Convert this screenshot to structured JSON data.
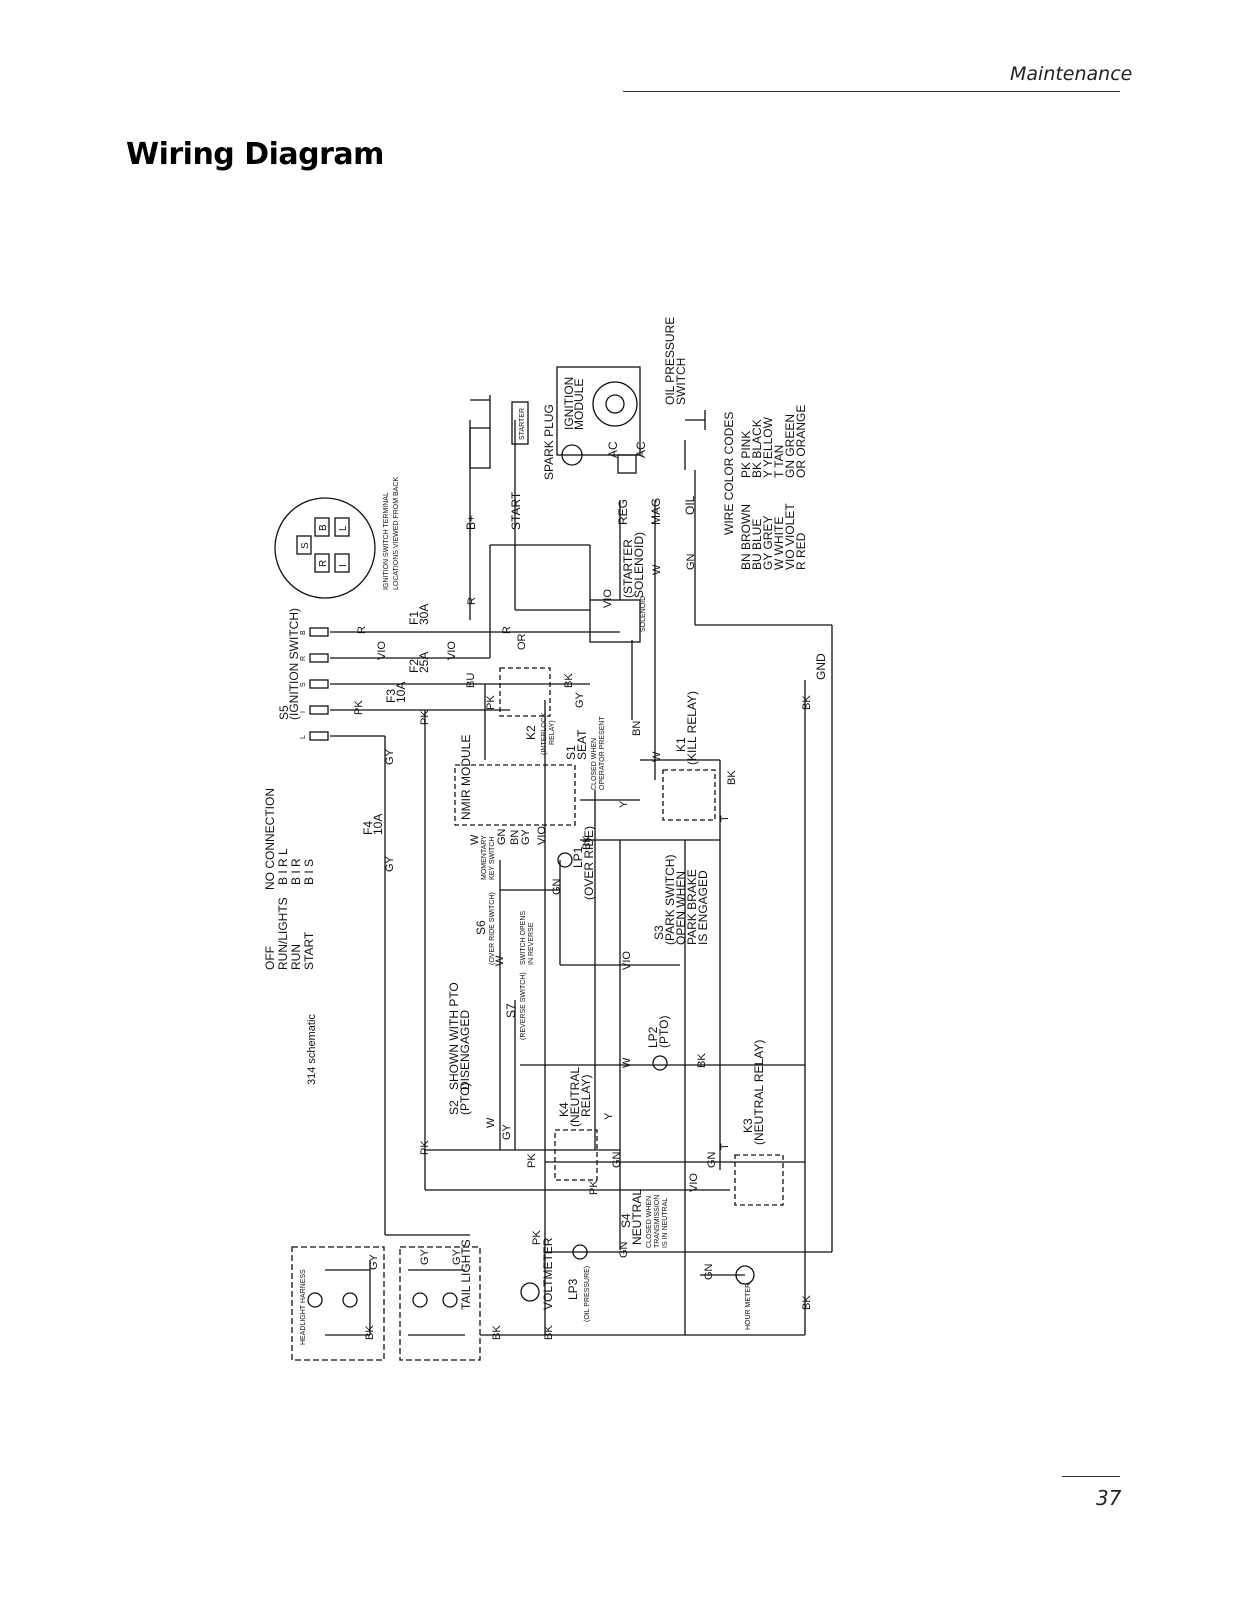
{
  "header": {
    "section": "Maintenance"
  },
  "title": "Wiring Diagram",
  "page_number": "37",
  "diagram": {
    "schematic_id": "314 schematic",
    "ignition_switch": {
      "label": "S5",
      "sublabel": "(IGNITION SWITCH)",
      "terminals": [
        "B",
        "R",
        "S",
        "I",
        "L"
      ],
      "terminal_note_1": "IGNITION SWITCH TERMINAL",
      "terminal_note_2": "LOCATIONS VIEWED FROM BACK",
      "face_letters": [
        "S",
        "B",
        "R",
        "L",
        "I"
      ]
    },
    "switch_positions": [
      {
        "position": "OFF",
        "connection": "NO CONNECTION"
      },
      {
        "position": "RUN/LIGHTS",
        "connection": "B I R L"
      },
      {
        "position": "RUN",
        "connection": "B I R"
      },
      {
        "position": "START",
        "connection": "B I S"
      }
    ],
    "fuses": [
      {
        "id": "F1",
        "rating": "30A"
      },
      {
        "id": "F2",
        "rating": "25A"
      },
      {
        "id": "F3",
        "rating": "10A"
      },
      {
        "id": "F4",
        "rating": "10A"
      }
    ],
    "components": {
      "battery_terminal": "B+",
      "starter": "STARTER",
      "start": "START",
      "spark_plug": "SPARK PLUG",
      "ignition_module_1": "IGNITION",
      "ignition_module_2": "MODULE",
      "ac": "AC",
      "reg": "REG",
      "mag": "MAG",
      "oil": "OIL",
      "oil_pressure_1": "OIL PRESSURE",
      "oil_pressure_2": "SWITCH",
      "starter_solenoid_1": "(STARTER",
      "starter_solenoid_2": "SOLENOID)",
      "solenoid": "SOLENOID",
      "gnd": "GND",
      "k2": "K2",
      "k2_sub_1": "(INTERLOCK",
      "k2_sub_2": "RELAY)",
      "s1_1": "S1",
      "s1_2": "SEAT",
      "s1_note_1": "CLOSED WHEN",
      "s1_note_2": "OPERATOR PRESENT",
      "k1_1": "K1",
      "k1_2": "(KILL RELAY)",
      "nmir": "NMIR MODULE",
      "momentary_1": "MOMENTARY",
      "momentary_2": "KEY SWITCH",
      "lp1_1": "LP1",
      "lp1_2": "(OVER RIDE)",
      "s6_1": "S6",
      "s6_2": "(OVER RIDE SWITCH)",
      "s7_1": "S7",
      "s7_2": "(REVERSE SWITCH)",
      "s7_note_1": "SWITCH OPENS",
      "s7_note_2": "IN REVERSE",
      "s3_1": "S3",
      "s3_2": "(PARK SWITCH)",
      "s3_3": "OPEN WHEN",
      "s3_4": "PARK BRAKE",
      "s3_5": "IS ENGAGED",
      "s2_1": "S2",
      "s2_2": "(PTO)",
      "s2_3": "SHOWN WITH PTO",
      "s2_4": "DISENGAGED",
      "lp2_1": "LP2",
      "lp2_2": "(PTO)",
      "k4_1": "K4",
      "k4_2": "(NEUTRAL",
      "k4_3": "RELAY)",
      "k3_1": "K3",
      "k3_2": "(NEUTRAL RELAY)",
      "s4_1": "S4",
      "s4_2": "NEUTRAL",
      "s4_note_1": "CLOSED WHEN",
      "s4_note_2": "TRANSMISSION",
      "s4_note_3": "IS IN NEUTRAL",
      "voltmeter": "VOLTMETER",
      "lp3_1": "LP3",
      "lp3_2": "(OIL PRESSURE)",
      "hourmeter": "HOUR METER",
      "headlight": "HEADLIGHT HARNESS",
      "taillights": "TAIL LIGHTS"
    },
    "wires": {
      "r": "R",
      "vio": "VIO",
      "bu": "BU",
      "pk": "PK",
      "gy": "GY",
      "or": "OR",
      "bk": "BK",
      "bn": "BN",
      "w": "W",
      "y": "Y",
      "gn": "GN",
      "t": "T"
    },
    "wire_color_codes": {
      "title": "WIRE COLOR CODES",
      "left": [
        "BN  BROWN",
        "BU  BLUE",
        "GY  GREY",
        "W   WHITE",
        "VIO  VIOLET",
        "R   RED"
      ],
      "right": [
        "PK  PINK",
        "BK  BLACK",
        "Y   YELLOW",
        "T   TAN",
        "GN  GREEN",
        "OR  ORANGE"
      ]
    }
  }
}
